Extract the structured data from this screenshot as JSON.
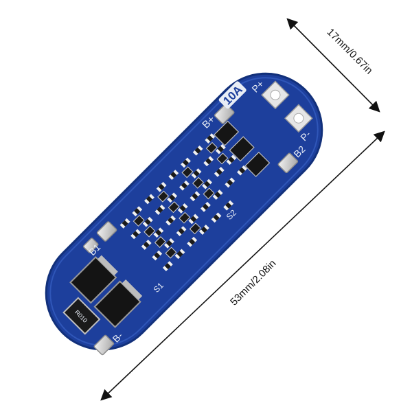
{
  "dimensions": {
    "length_label": "53mm/2.08in",
    "width_label": "17mm/0.67in"
  },
  "board": {
    "current_rating": "10A",
    "labels": {
      "b_plus": "B+",
      "b_minus": "B-",
      "b1": "B1",
      "b2": "B2",
      "p_plus": "P+",
      "p_minus": "P-",
      "s1": "S1",
      "s2": "S2",
      "resistor": "R010"
    },
    "colors": {
      "pcb": "#1d3f9c",
      "pad": "#d9d9d9",
      "component": "#1a1a1a"
    }
  }
}
